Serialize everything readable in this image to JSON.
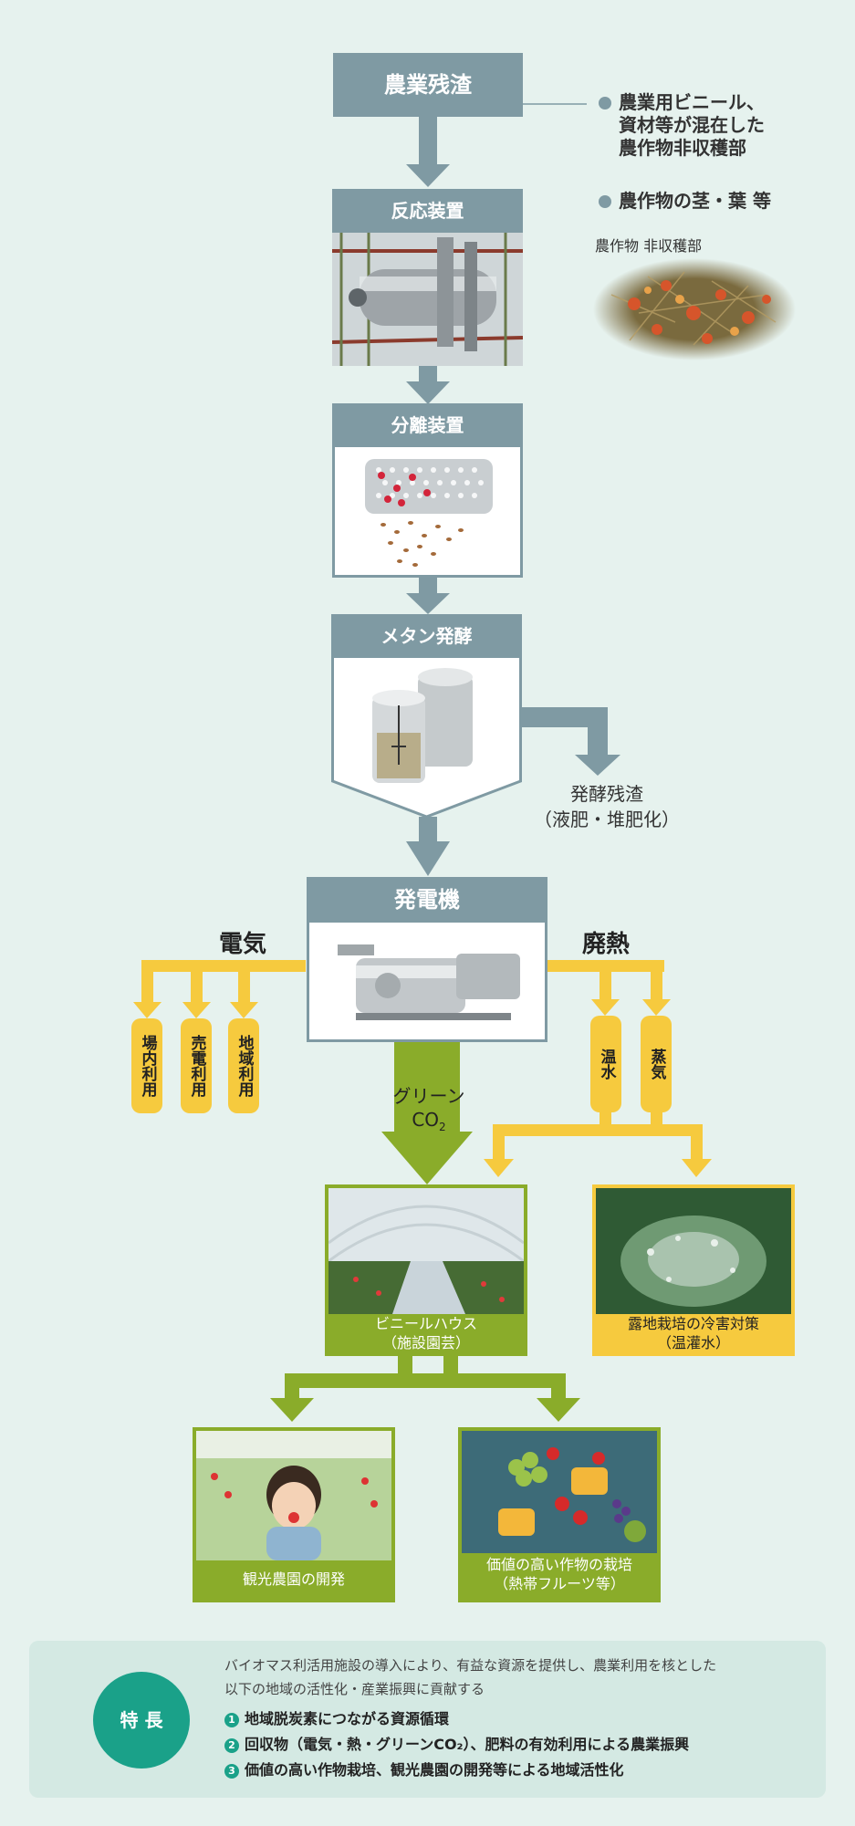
{
  "steps": {
    "residue": "農業残渣",
    "reactor": "反応装置",
    "separator": "分離装置",
    "methane": "メタン発酵",
    "generator": "発電機"
  },
  "residue_notes": {
    "bullet1": "農業用ビニール、\n資材等が混在した\n農作物非収穫部",
    "bullet2": "農作物の茎・葉 等",
    "photo_caption": "農作物 非収穫部"
  },
  "digestate": "発酵残渣\n（液肥・堆肥化）",
  "electricity": {
    "label": "電気",
    "uses": [
      "場内利用",
      "売電利用",
      "地域利用"
    ]
  },
  "waste_heat": {
    "label": "廃熱",
    "uses": [
      "温水",
      "蒸気"
    ]
  },
  "green_co2": {
    "line1": "グリーン",
    "line2": "CO",
    "sub": "2"
  },
  "outputs": {
    "greenhouse": "ビニールハウス\n（施設園芸）",
    "frost": "露地栽培の冷害対策\n（温灌水）",
    "tourism": "観光農園の開発",
    "fruits": "価値の高い作物の栽培\n（熱帯フルーツ等）"
  },
  "features": {
    "badge": "特 長",
    "intro": "バイオマス利活用施設の導入により、有益な資源を提供し、農業利用を核とした\n以下の地域の活性化・産業振興に貢献する",
    "items": [
      "地域脱炭素につながる資源循環",
      "回収物（電気・熱・グリーンCO₂）、肥料の有効利用による農業振興",
      "価値の高い作物栽培、観光農園の開発等による地域活性化"
    ],
    "numbers": [
      "1",
      "2",
      "3"
    ]
  },
  "colors": {
    "background": "#e6f2ee",
    "slate": "#7f9aa3",
    "yellow": "#f6ca3e",
    "green": "#8aac2a",
    "teal": "#1aa189"
  }
}
